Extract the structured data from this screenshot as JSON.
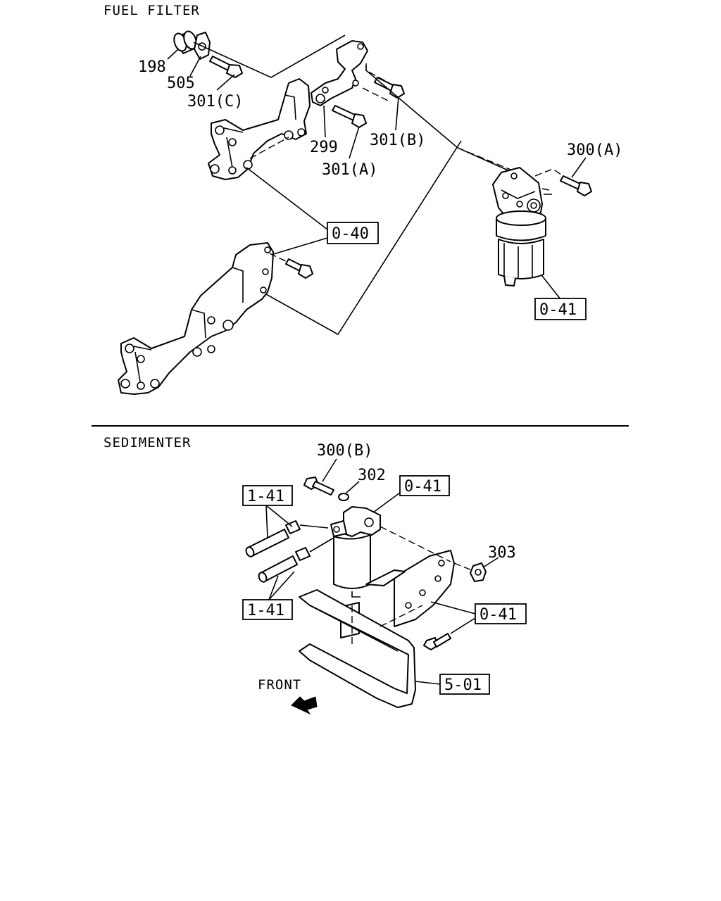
{
  "sections": {
    "fuel_filter": {
      "title": "FUEL FILTER",
      "labels": {
        "p198": "198",
        "p505": "505",
        "p301c": "301(C)",
        "p299": "299",
        "p301a": "301(A)",
        "p301b": "301(B)",
        "p300a": "300(A)",
        "ref040": "0-40",
        "ref041": "0-41"
      }
    },
    "sedimenter": {
      "title": "SEDIMENTER",
      "labels": {
        "p300b": "300(B)",
        "p302": "302",
        "p303": "303",
        "ref041_top": "0-41",
        "ref141_top": "1-41",
        "ref141_bottom": "1-41",
        "ref041_right": "0-41",
        "ref501": "5-01",
        "front": "FRONT"
      }
    }
  }
}
